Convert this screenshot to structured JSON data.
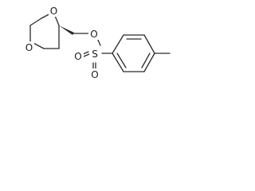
{
  "molecule": {
    "atoms": {
      "ring_oxygen_top": "O",
      "ring_oxygen_left": "O",
      "ester_oxygen": "O",
      "sulfur": "S",
      "sulfonyl_oxygen_bottom": "O",
      "sulfonyl_oxygen_left": "O"
    }
  }
}
